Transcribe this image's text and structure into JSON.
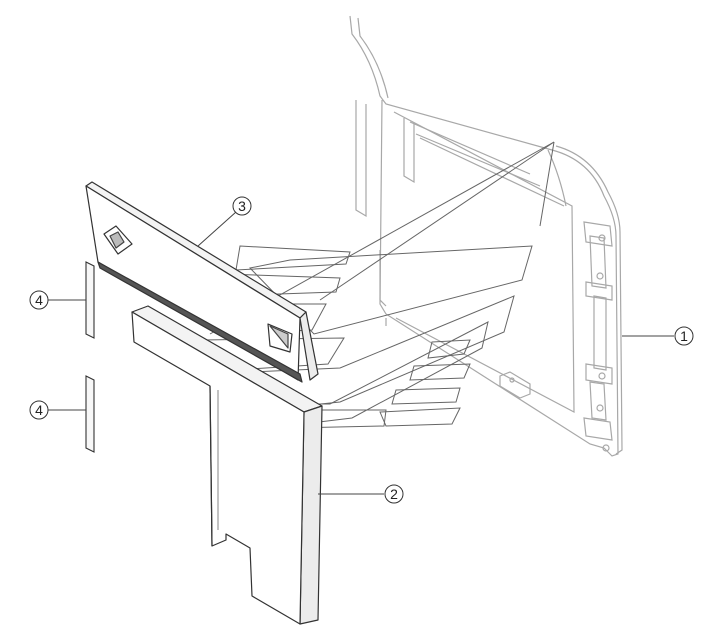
{
  "diagram": {
    "callouts": [
      {
        "id": "part-1",
        "label": "1"
      },
      {
        "id": "part-2",
        "label": "2"
      },
      {
        "id": "part-3",
        "label": "3"
      },
      {
        "id": "part-4a",
        "label": "4"
      },
      {
        "id": "part-4b",
        "label": "4"
      }
    ],
    "colors": {
      "line_dark": "#333333",
      "line_light": "#9a9a9a",
      "fill_grey": "#f0f0f0",
      "background": "#ffffff"
    }
  }
}
